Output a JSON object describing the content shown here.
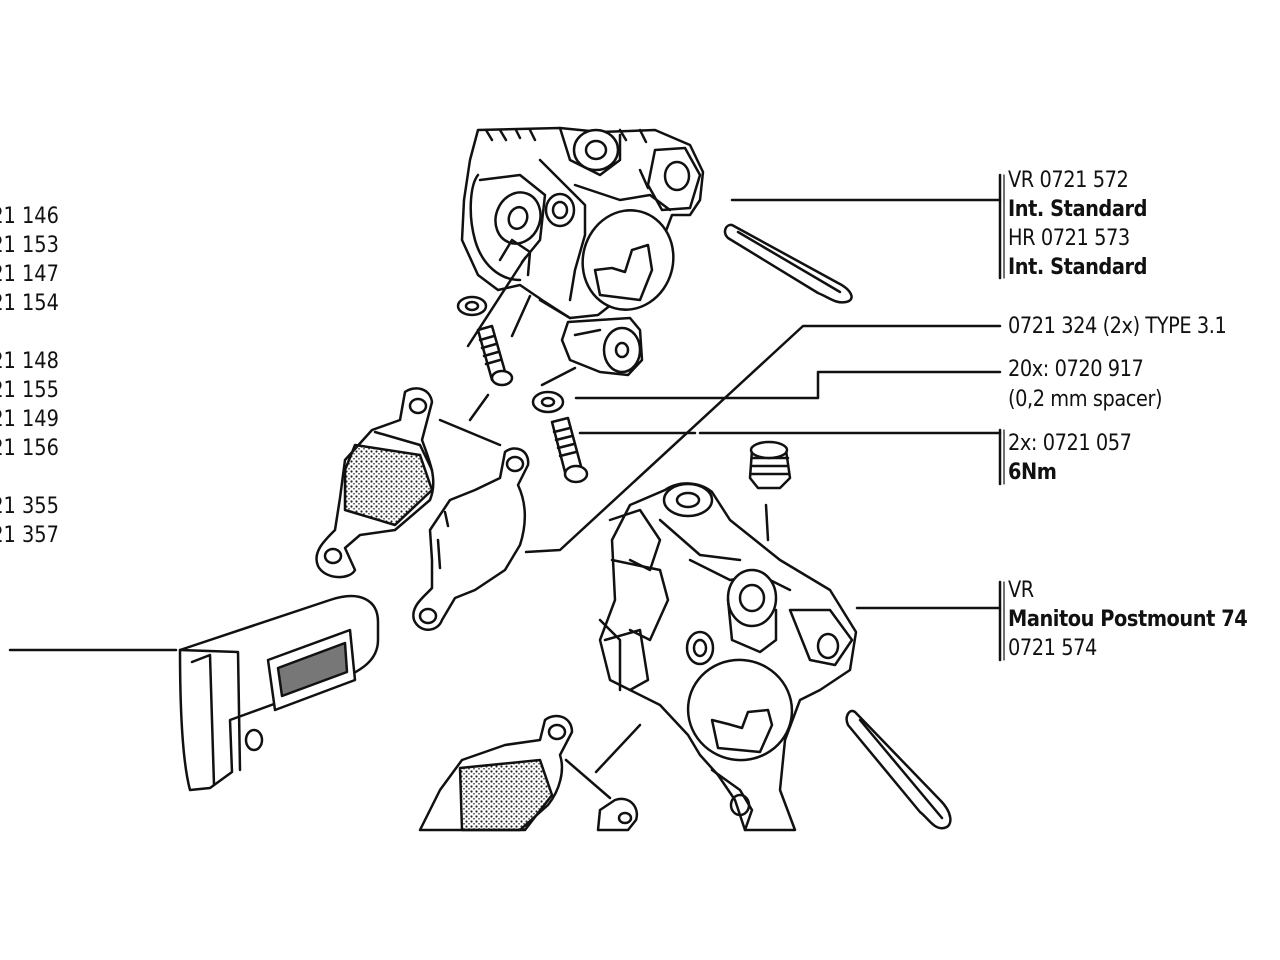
{
  "left_codes": [
    "21 146",
    "21 153",
    "21 147",
    "21 154",
    "21 148",
    "21 155",
    "21 149",
    "21 156",
    "21 355",
    "21 357"
  ],
  "callouts": {
    "caliper_standard": {
      "line1": "VR 0721 572",
      "line2": "Int. Standard",
      "line3": "HR 0721 573",
      "line4": "Int. Standard"
    },
    "pin": {
      "line1": "0721 324 (2x) TYPE 3.1"
    },
    "spacer": {
      "line1": "20x: 0720 917",
      "line2": "(0,2 mm spacer)"
    },
    "bolt": {
      "line1": "2x: 0721 057",
      "line2": "6Nm"
    },
    "caliper_manitou": {
      "line1": "VR",
      "line2": "Manitou Postmount 74",
      "line3": "0721 574"
    }
  }
}
